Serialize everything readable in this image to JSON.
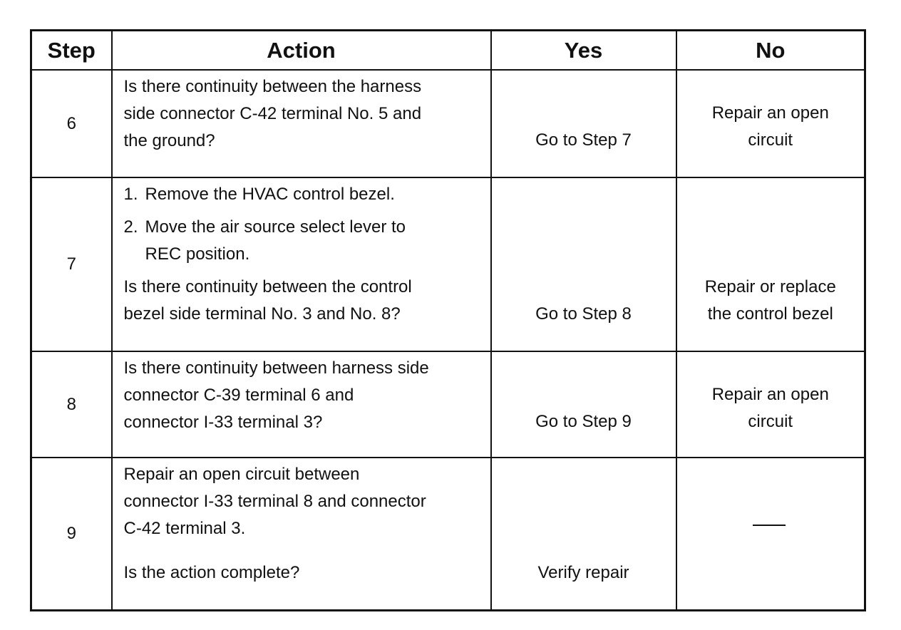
{
  "table": {
    "headers": {
      "step": "Step",
      "action": "Action",
      "yes": "Yes",
      "no": "No"
    },
    "rows": [
      {
        "step": "6",
        "action_lines": [
          "Is there continuity between the harness",
          "side connector C-42 terminal No. 5 and",
          "the ground?"
        ],
        "yes": "Go to Step 7",
        "no_lines": [
          "Repair an open",
          "circuit"
        ]
      },
      {
        "step": "7",
        "action_list": [
          {
            "num": "1.",
            "lines": [
              "Remove the HVAC control bezel."
            ]
          },
          {
            "num": "2.",
            "lines": [
              "Move the air source select lever to",
              "REC position."
            ]
          }
        ],
        "action_question_lines": [
          "Is there continuity between the control",
          "bezel side terminal No. 3 and No. 8?"
        ],
        "yes": "Go to Step 8",
        "no_lines": [
          "Repair or replace",
          "the control bezel"
        ]
      },
      {
        "step": "8",
        "action_lines": [
          "Is there continuity between harness side",
          "connector C-39 terminal 6 and",
          "connector I-33 terminal 3?"
        ],
        "yes": "Go to Step 9",
        "no_lines": [
          "Repair an open",
          "circuit"
        ]
      },
      {
        "step": "9",
        "action_lines": [
          "Repair an open circuit between",
          "connector I-33 terminal 8 and connector",
          "C-42 terminal 3."
        ],
        "action_question": "Is the action complete?",
        "yes": "Verify repair",
        "no": "—"
      }
    ]
  }
}
